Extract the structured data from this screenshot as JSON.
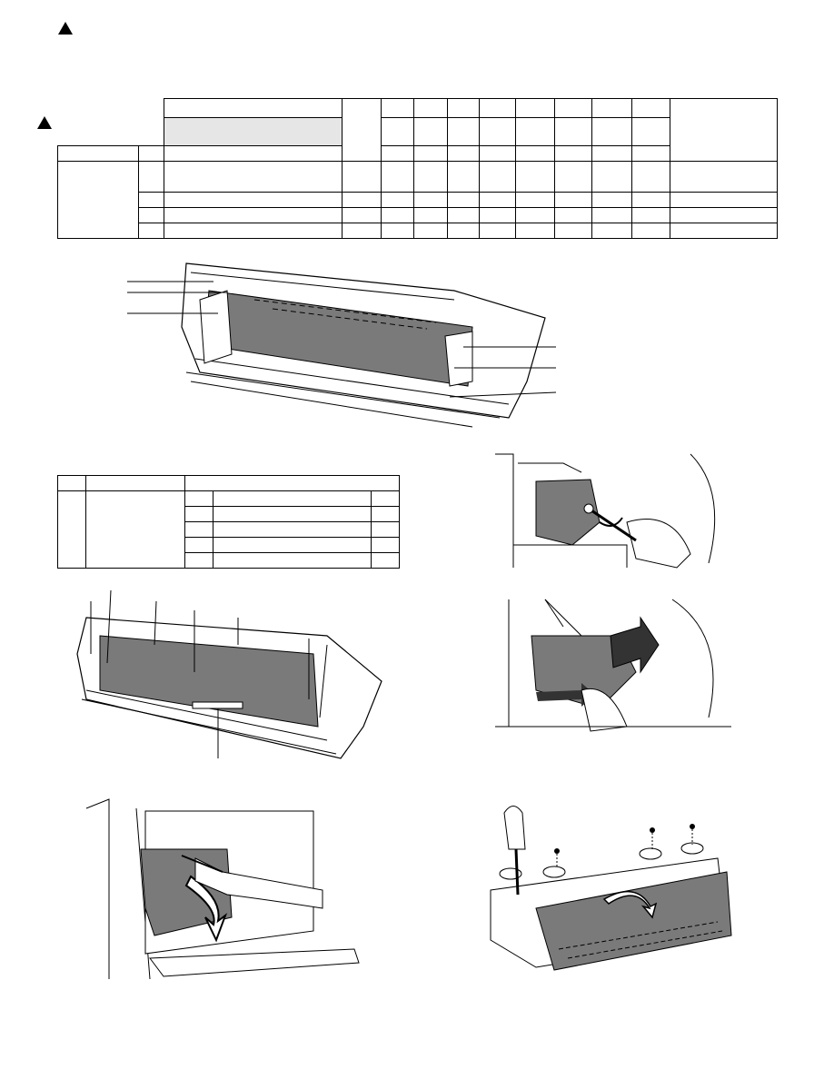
{
  "page": {
    "revision_marks": [
      "revision-mark-top",
      "revision-mark-table"
    ]
  },
  "figures": {
    "unit_top_view": "developer-unit-illustration",
    "unit_labeled_view": "developer-unit-labeled-illustration",
    "step_remove_screw": "remove-screw-illustration",
    "step_pull_unit": "pull-out-unit-illustration",
    "step_open_cover": "open-front-cover-illustration",
    "step_remove_cover": "remove-top-cover-illustration"
  },
  "colors": {
    "line": "#000000",
    "header_shade": "#e6e6e6",
    "part_shade": "#7a7a7a"
  }
}
